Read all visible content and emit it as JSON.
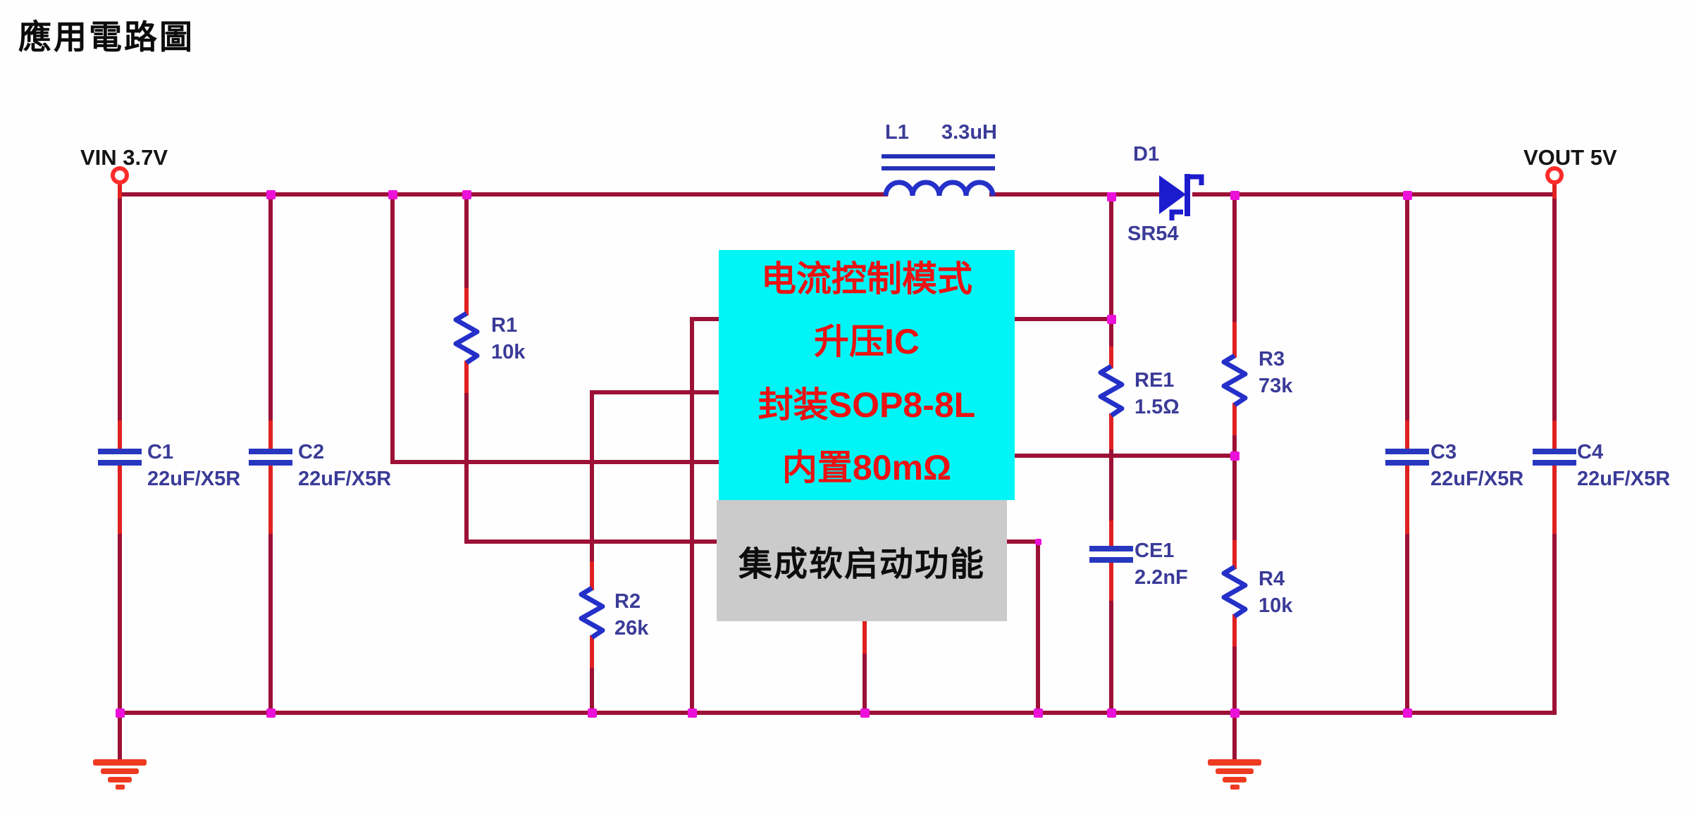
{
  "title": "應用電路圖",
  "schematic": {
    "input_terminal": {
      "label": "VIN 3.7V"
    },
    "output_terminal": {
      "label": "VOUT 5V"
    },
    "ic_annotation": {
      "features": [
        "电流控制模式",
        "升压IC",
        "封装SOP8-8L",
        "内置80mΩ"
      ],
      "soft_start_feature": "集成软启动功能"
    },
    "components": [
      {
        "id": "L1",
        "ref": "L1",
        "value": "3.3uH",
        "type": "inductor"
      },
      {
        "id": "D1",
        "ref": "D1",
        "value": "SR54",
        "type": "schottky-diode"
      },
      {
        "id": "C1",
        "ref": "C1",
        "value": "22uF/X5R",
        "type": "capacitor"
      },
      {
        "id": "C2",
        "ref": "C2",
        "value": "22uF/X5R",
        "type": "capacitor"
      },
      {
        "id": "R1",
        "ref": "R1",
        "value": "10k",
        "type": "resistor"
      },
      {
        "id": "R2",
        "ref": "R2",
        "value": "26k",
        "type": "resistor"
      },
      {
        "id": "RE1",
        "ref": "RE1",
        "value": "1.5Ω",
        "type": "resistor"
      },
      {
        "id": "CE1",
        "ref": "CE1",
        "value": "2.2nF",
        "type": "capacitor"
      },
      {
        "id": "R3",
        "ref": "R3",
        "value": "73k",
        "type": "resistor"
      },
      {
        "id": "R4",
        "ref": "R4",
        "value": "10k",
        "type": "resistor"
      },
      {
        "id": "C3",
        "ref": "C3",
        "value": "22uF/X5R",
        "type": "capacitor"
      },
      {
        "id": "C4",
        "ref": "C4",
        "value": "22uF/X5R",
        "type": "capacitor"
      }
    ],
    "colors": {
      "wire": "#9d1136",
      "wire_bright": "#e02121",
      "junction": "#ec11d9",
      "symbol_blue": "#2430c8",
      "label_navy": "#3b3b98",
      "terminal_red": "#ff2b2b",
      "ground_red": "#ef3a22",
      "ic_bg": "#00f6f6",
      "ic_text": "#ea1212",
      "soft_bg": "#cbcbcb"
    }
  }
}
